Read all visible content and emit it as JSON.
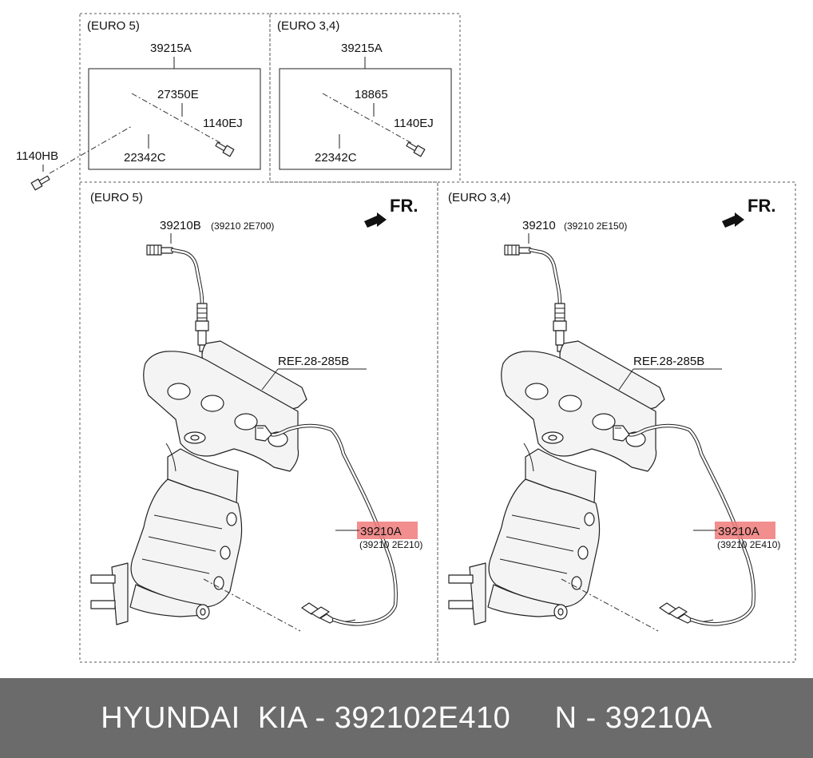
{
  "top_panels": {
    "left_title": "(EURO 5)",
    "right_title": "(EURO 3,4)",
    "left_assembly": "39215A",
    "right_assembly": "39215A",
    "left_part_a": "27350E",
    "right_part_a": "18865",
    "left_bolt": "1140EJ",
    "right_bolt": "1140EJ",
    "left_part_b": "22342C",
    "right_part_b": "22342C",
    "outer_bolt": "1140HB"
  },
  "bottom_left": {
    "title": "(EURO 5)",
    "front_label": "FR.",
    "upper_sensor": "39210B",
    "upper_sensor_code": "(39210 2E700)",
    "reference": "REF.28-285B",
    "lower_sensor": "39210A",
    "lower_sensor_code": "(39210 2E210)"
  },
  "bottom_right": {
    "title": "(EURO 3,4)",
    "front_label": "FR.",
    "upper_sensor": "39210",
    "upper_sensor_code": "(39210 2E150)",
    "reference": "REF.28-285B",
    "lower_sensor": "39210A",
    "lower_sensor_code": "(39210 2E410)"
  },
  "footer": {
    "text": "HYUNDAI  KIA - 392102E410     N - 39210A"
  },
  "colors": {
    "highlight": "#f07a7a",
    "footer_background": "#6b6b6b",
    "footer_text": "#ffffff"
  }
}
